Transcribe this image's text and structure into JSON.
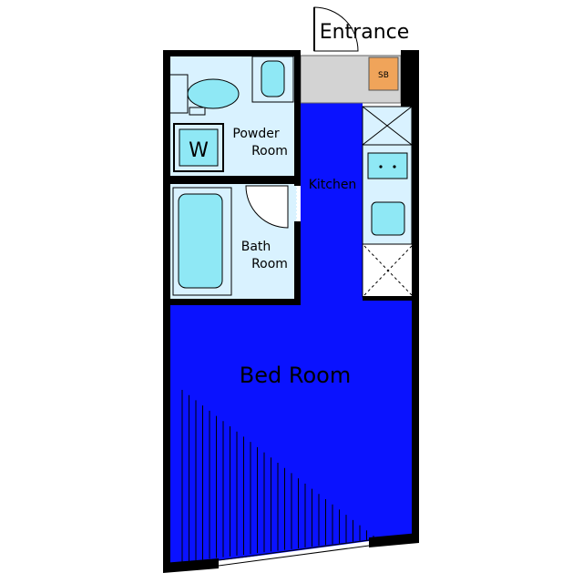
{
  "plan": {
    "labels": {
      "entrance": "Entrance",
      "shoe_box": "SB",
      "powder_room_line1": "Powder",
      "powder_room_line2": "Room",
      "washer": "W",
      "kitchen": "Kitchen",
      "bath_room_line1": "Bath",
      "bath_room_line2": "Room",
      "bed_room": "Bed Room"
    },
    "colors": {
      "wall": "#000000",
      "bed_room_floor": "#0a12ff",
      "wet_area_floor": "#d9f2ff",
      "fixture_fill": "#8fe8f5",
      "entrance_floor": "#d3d3d3",
      "shoe_box": "#f0a45a"
    }
  }
}
